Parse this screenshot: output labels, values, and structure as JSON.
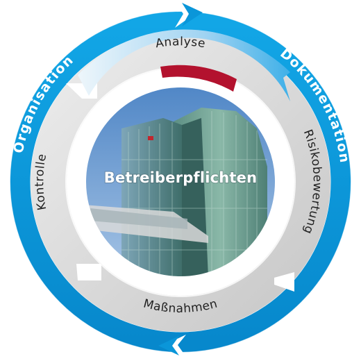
{
  "diagram": {
    "center_label": "Betreiberpflichten",
    "outer_ring": {
      "left_label": "Organisation",
      "right_label": "Dokumentation"
    },
    "steps": [
      "Analyse",
      "Risikobewertung",
      "Maßnahmen",
      "Kontrolle"
    ],
    "active_step": "Analyse",
    "colors": {
      "outer_ring": "#0a96d9",
      "outer_ring_dark": "#0678b5",
      "step_ring": "#d4d4d4",
      "step_ring_light": "#e8e8e8",
      "active_step_light": "#e1f0fa",
      "active_step": "#45b4e8",
      "active_marker": "#b3122e",
      "sky": "#6f9fd3",
      "glass": "#6d9f91"
    }
  }
}
